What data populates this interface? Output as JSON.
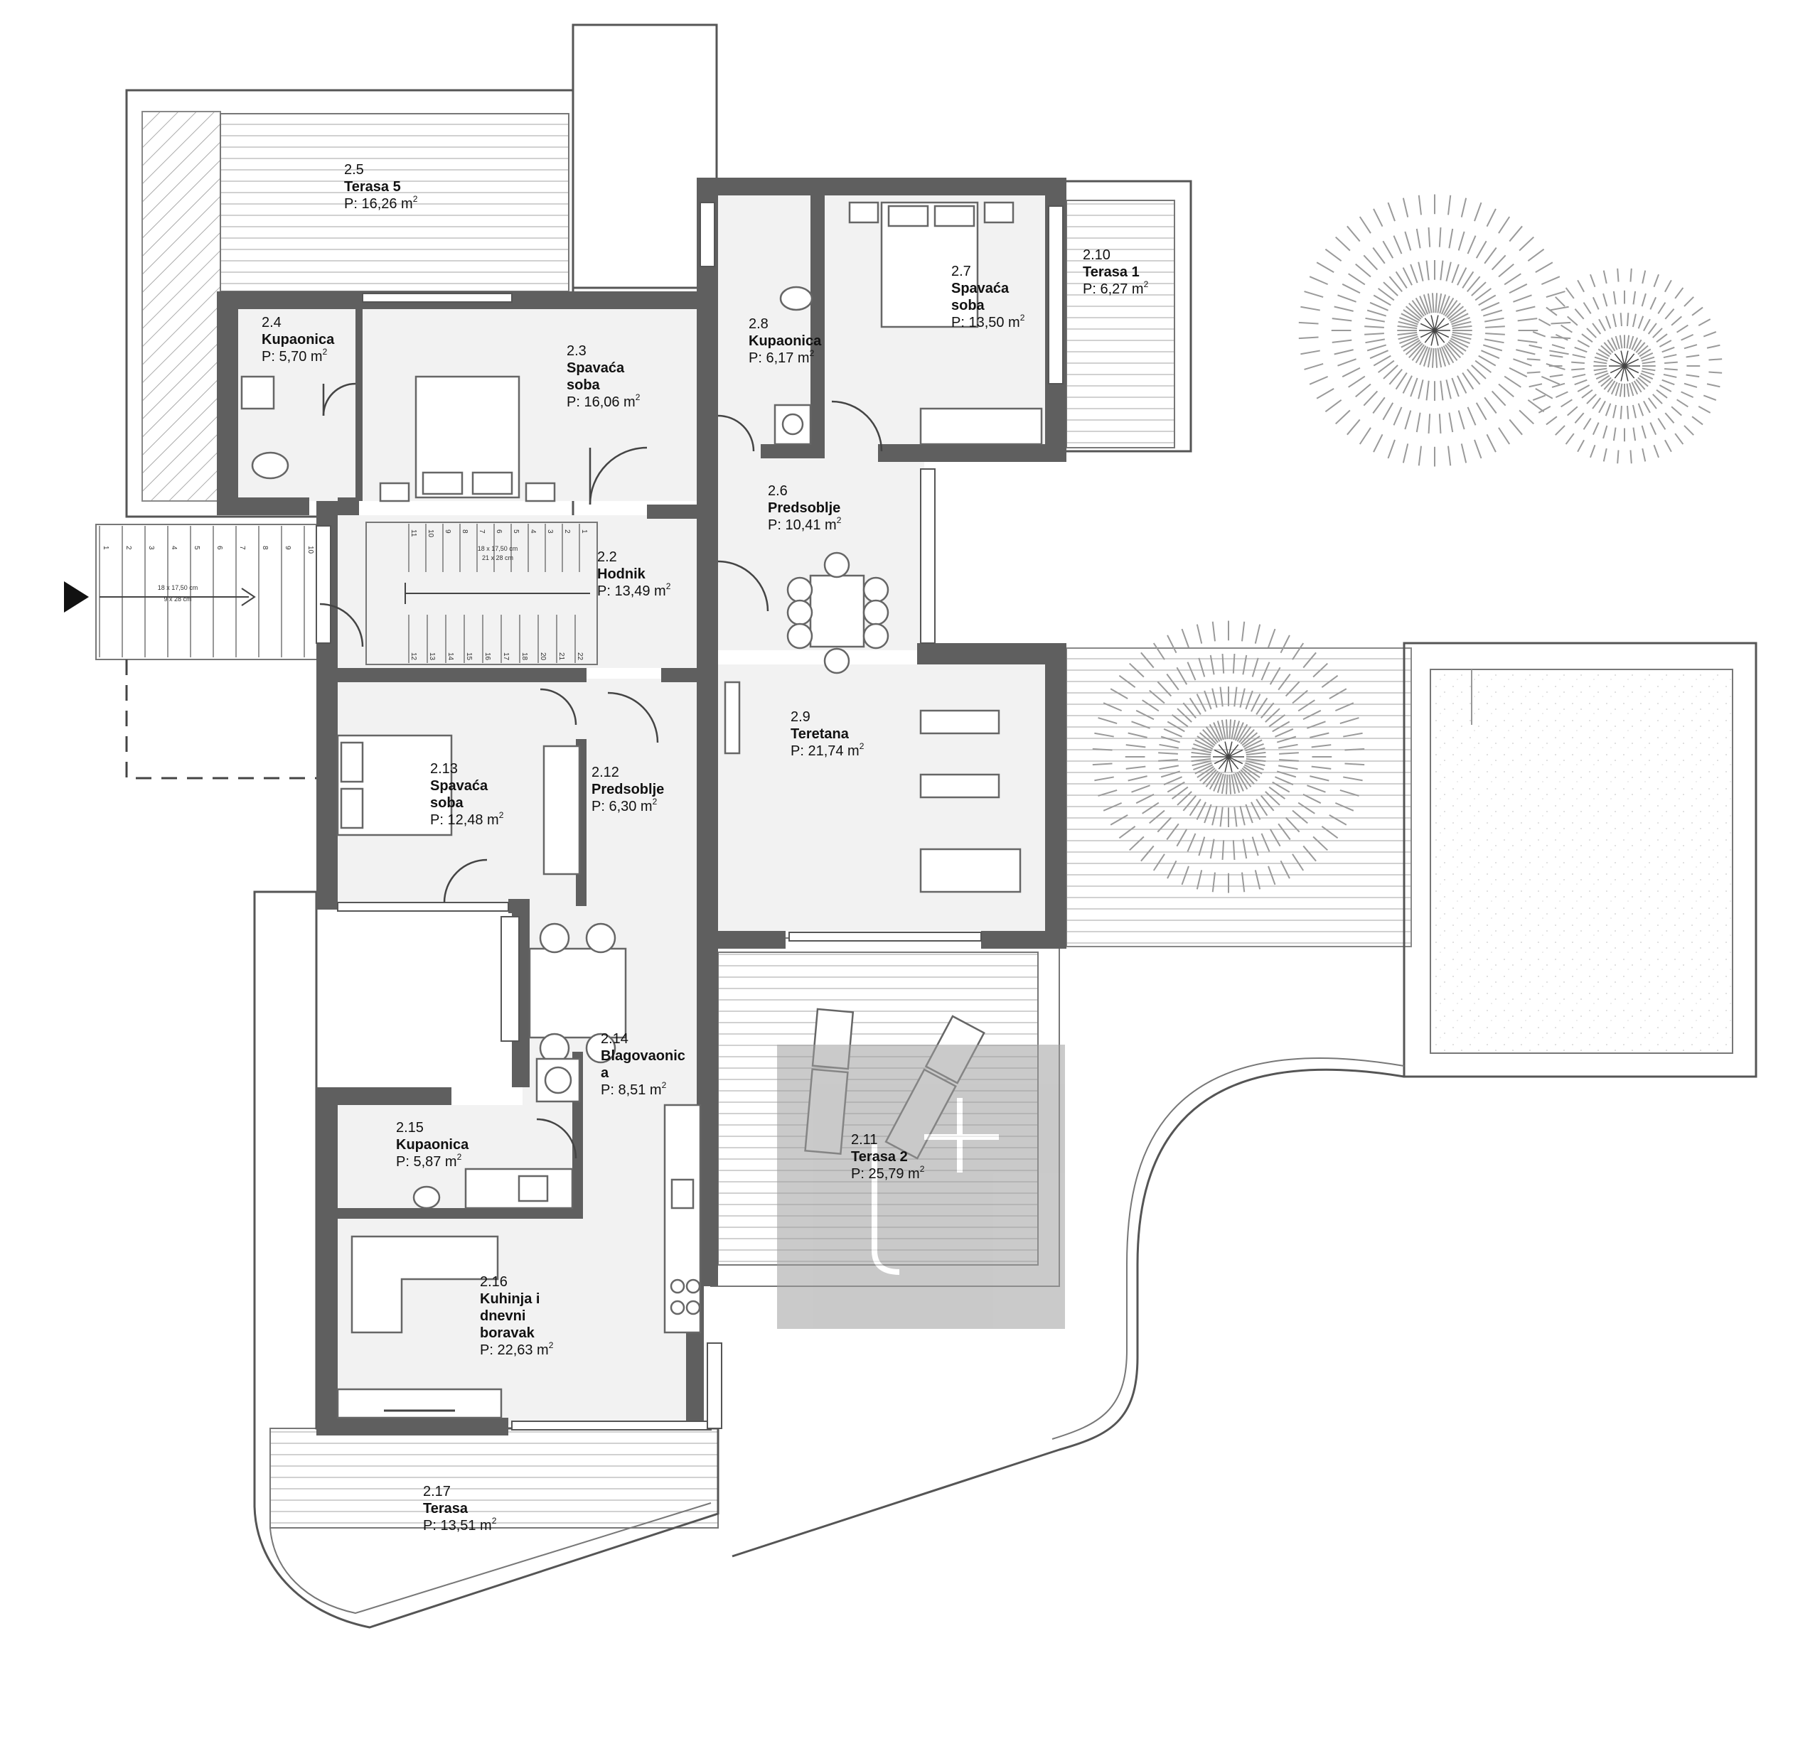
{
  "rooms": [
    {
      "id": "2.3",
      "name": [
        "Spavaća",
        "soba"
      ],
      "area": "P: 16,06 m",
      "sup": "2"
    },
    {
      "id": "2.4",
      "name": [
        "Kupaonica"
      ],
      "area": "P: 5,70 m",
      "sup": "2"
    },
    {
      "id": "2.5",
      "name": [
        "Terasa 5"
      ],
      "area": "P: 16,26 m",
      "sup": "2"
    },
    {
      "id": "2.6",
      "name": [
        "Predsoblje"
      ],
      "area": "P: 10,41 m",
      "sup": "2"
    },
    {
      "id": "2.7",
      "name": [
        "Spavaća",
        "soba"
      ],
      "area": "P: 13,50 m",
      "sup": "2"
    },
    {
      "id": "2.8",
      "name": [
        "Kupaonica"
      ],
      "area": "P: 6,17 m",
      "sup": "2"
    },
    {
      "id": "2.9",
      "name": [
        "Teretana"
      ],
      "area": "P: 21,74 m",
      "sup": "2"
    },
    {
      "id": "2.10",
      "name": [
        "Terasa 1"
      ],
      "area": "P: 6,27 m",
      "sup": "2"
    },
    {
      "id": "2.2",
      "name": [
        "Hodnik"
      ],
      "area": "P: 13,49 m",
      "sup": "2"
    },
    {
      "id": "2.11",
      "name": [
        "Terasa 2"
      ],
      "area": "P: 25,79 m",
      "sup": "2"
    },
    {
      "id": "2.12",
      "name": [
        "Predsoblje"
      ],
      "area": "P: 6,30 m",
      "sup": "2"
    },
    {
      "id": "2.13",
      "name": [
        "Spavaća",
        "soba"
      ],
      "area": "P: 12,48 m",
      "sup": "2"
    },
    {
      "id": "2.14",
      "name": [
        "Blagovaonic",
        "a"
      ],
      "area": "P: 8,51 m",
      "sup": "2"
    },
    {
      "id": "2.15",
      "name": [
        "Kupaonica"
      ],
      "area": "P: 5,87 m",
      "sup": "2"
    },
    {
      "id": "2.16",
      "name": [
        "Kuhinja i",
        "dnevni",
        "boravak"
      ],
      "area": "P: 22,63 m",
      "sup": "2"
    },
    {
      "id": "2.17",
      "name": [
        "Terasa"
      ],
      "area": "P: 13,51 m",
      "sup": "2"
    }
  ],
  "stairs": {
    "outer": {
      "note": [
        "18 x 17,50 cm",
        "9 x 28 cm"
      ],
      "steps": [
        "1",
        "2",
        "3",
        "4",
        "5",
        "6",
        "7",
        "8",
        "9",
        "10"
      ]
    },
    "inner": {
      "note": [
        "18 x 17,50 cm",
        "21 x 28 cm"
      ],
      "upper_steps": [
        "11",
        "10",
        "9",
        "8",
        "7",
        "6",
        "5",
        "4",
        "3",
        "2",
        "1"
      ],
      "lower_steps": [
        "12",
        "13",
        "14",
        "15",
        "16",
        "17",
        "18",
        "20",
        "21",
        "22"
      ]
    }
  },
  "colors": {
    "wall": "#5f5f5f",
    "floor": "#f2f2f2",
    "deck": "#bdbdbd",
    "watermark": "#b4b4b4"
  },
  "icons": [
    "entrance-arrow-icon",
    "tree-icon",
    "watermark-logo"
  ]
}
